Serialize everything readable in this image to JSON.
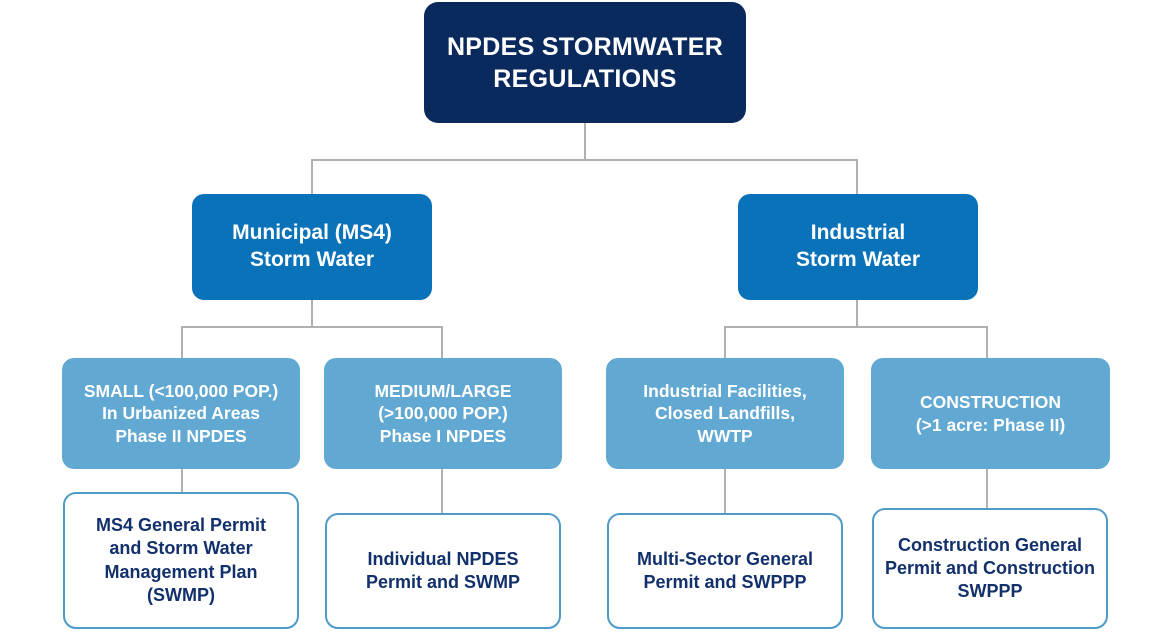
{
  "diagram": {
    "title": "NPDES Stormwater Regulations flow chart",
    "colors": {
      "root_fill": "#0a2a5e",
      "category_fill": "#0a72b9",
      "subcategory_fill": "#61a8d2",
      "outcome_border": "#4e9bc8",
      "outcome_text": "#12306b",
      "connector": "#b0b0b0",
      "background": "#ffffff"
    }
  },
  "root": {
    "lines": [
      "NPDES STORMWATER",
      "REGULATIONS"
    ]
  },
  "categories": [
    {
      "lines": [
        "Municipal (MS4)",
        "Storm Water"
      ]
    },
    {
      "lines": [
        "Industrial",
        "Storm Water"
      ]
    }
  ],
  "subcategories": [
    {
      "lines": [
        "SMALL (<100,000 POP.)",
        "In Urbanized Areas",
        "Phase II NPDES"
      ]
    },
    {
      "lines": [
        "MEDIUM/LARGE",
        "(>100,000 POP.)",
        "Phase I NPDES"
      ]
    },
    {
      "lines": [
        "Industrial Facilities,",
        "Closed Landfills,",
        "WWTP"
      ]
    },
    {
      "lines": [
        "CONSTRUCTION",
        "(>1 acre: Phase II)"
      ]
    }
  ],
  "outcomes": [
    {
      "lines": [
        "MS4 General Permit",
        "and Storm Water",
        "Management Plan",
        "(SWMP)"
      ]
    },
    {
      "lines": [
        "Individual NPDES",
        "Permit and SWMP"
      ]
    },
    {
      "lines": [
        "Multi-Sector General",
        "Permit and SWPPP"
      ]
    },
    {
      "lines": [
        "Construction General",
        "Permit and Construction",
        "SWPPP"
      ]
    }
  ]
}
